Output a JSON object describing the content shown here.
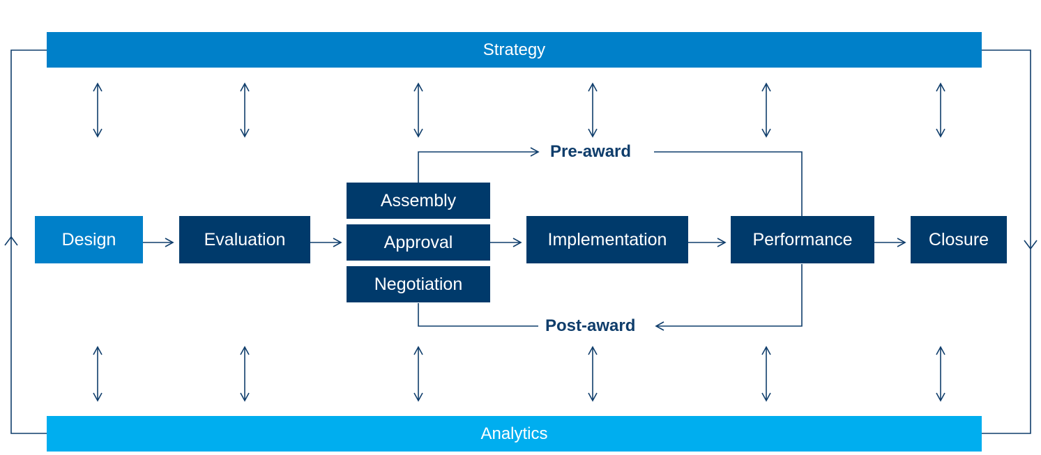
{
  "colors": {
    "strategy_band": "#0080c9",
    "analytics_band": "#00aeef",
    "design_box": "#0080c9",
    "stage_box": "#003a6b",
    "line": "#0f3d6b"
  },
  "bands": {
    "strategy": "Strategy",
    "analytics": "Analytics"
  },
  "stages": {
    "design": "Design",
    "evaluation": "Evaluation",
    "assembly": "Assembly",
    "approval": "Approval",
    "negotiation": "Negotiation",
    "implementation": "Implementation",
    "performance": "Performance",
    "closure": "Closure"
  },
  "loops": {
    "pre_award": "Pre-award",
    "post_award": "Post-award"
  }
}
